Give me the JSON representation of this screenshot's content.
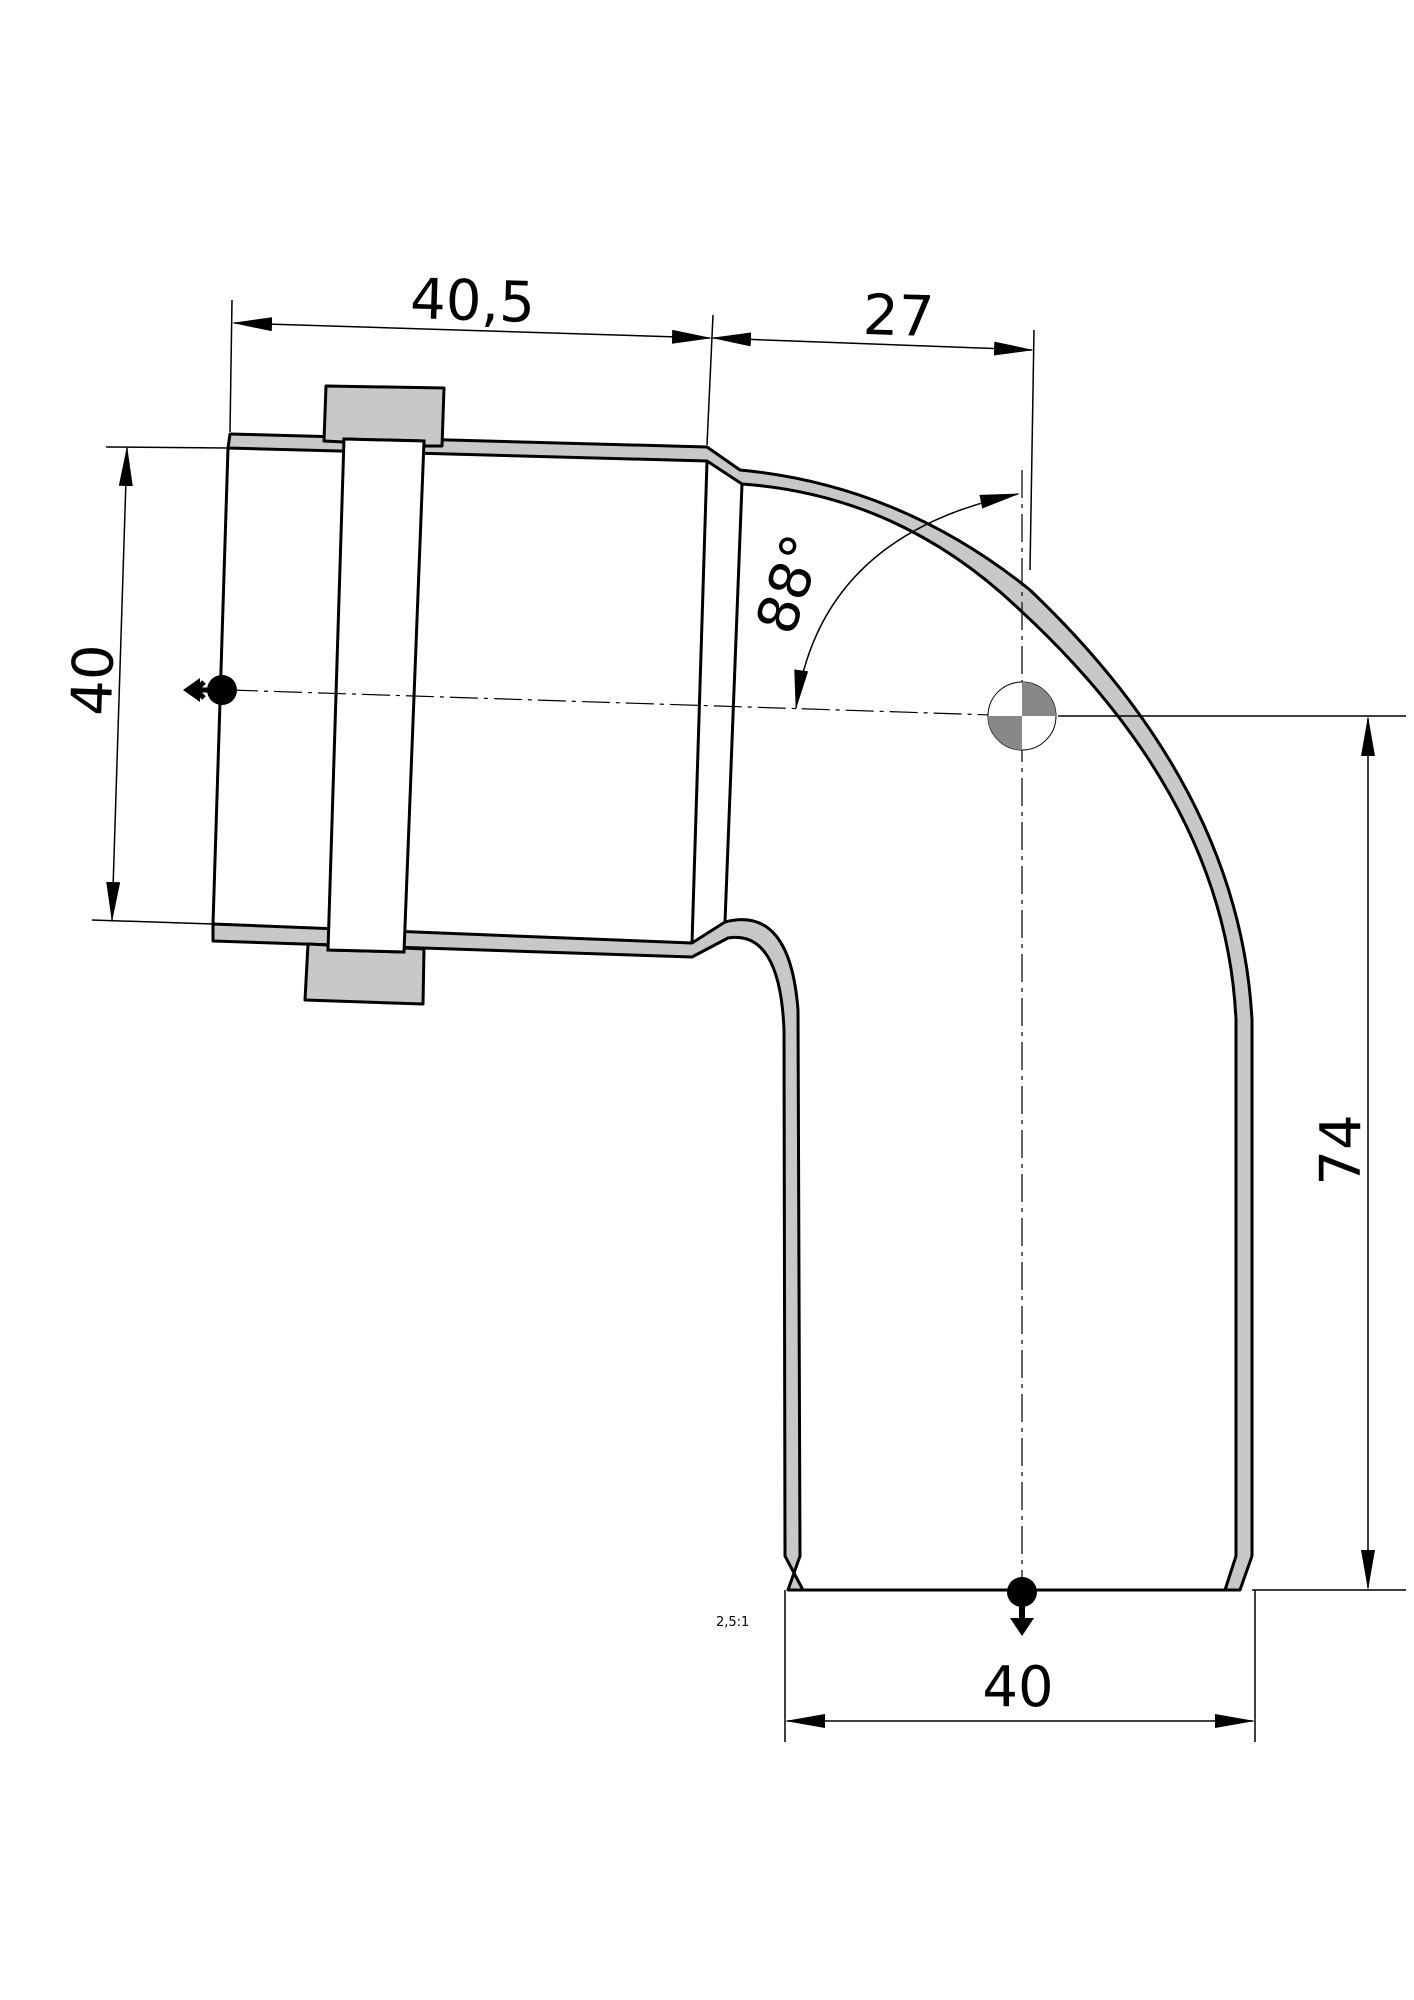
{
  "dimensions": {
    "socket_length": "40,5",
    "offset_length": "27",
    "socket_diameter": "40",
    "height": "74",
    "outlet_diameter": "40",
    "angle": "88°"
  },
  "scale": "2,5:1",
  "colors": {
    "wall_fill": "#c8c8c8",
    "outline": "#000000"
  }
}
